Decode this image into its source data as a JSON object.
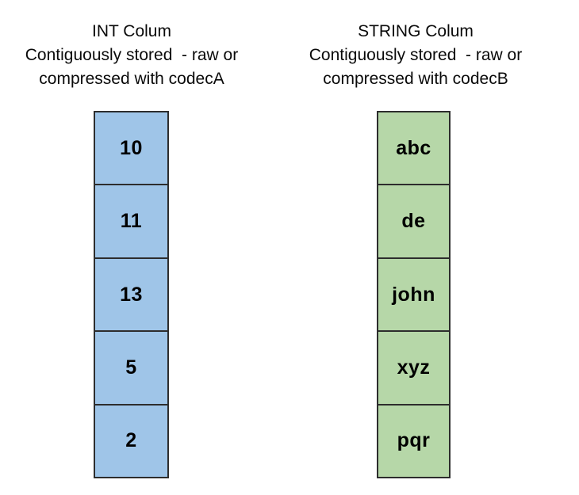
{
  "page": {
    "background_color": "#ffffff",
    "text_color": "#000000",
    "border_color": "#2d2d2d"
  },
  "diagram": {
    "int_column": {
      "title": [
        "INT Colum",
        "Contiguously stored  - raw or",
        "compressed with codecA"
      ],
      "cells": [
        "10",
        "11",
        "13",
        "5",
        "2"
      ],
      "fill_color": "#9fc5e8"
    },
    "string_column": {
      "title": [
        "STRING Colum",
        "Contiguously stored  - raw or",
        "compressed with codecB"
      ],
      "cells": [
        "abc",
        "de",
        "john",
        "xyz",
        "pqr"
      ],
      "fill_color": "#b6d7a8"
    }
  }
}
